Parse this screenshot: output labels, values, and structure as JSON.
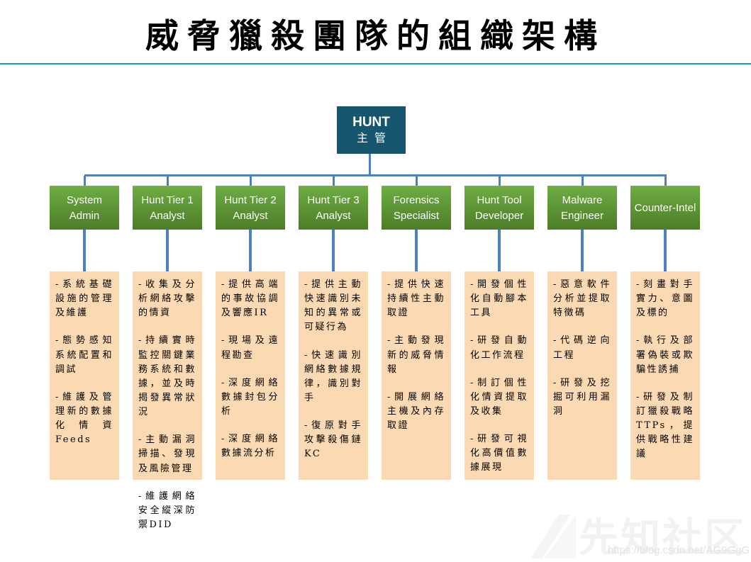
{
  "title": "威脅獵殺團隊的組織架構",
  "root": {
    "line1": "HUNT",
    "line2": "主管"
  },
  "columns": [
    {
      "role": "System Admin",
      "duties": [
        "-系統基礎設施的管理及維護",
        "-態勢感知系統配置和調試",
        "-維護及管理新的數據化情資Feeds"
      ]
    },
    {
      "role": "Hunt Tier 1 Analyst",
      "duties": [
        "-收集及分析網絡攻擊的情資",
        "-持續實時監控關鍵業務系統和數據，並及時揭發異常狀況",
        "-主動漏洞掃描、發現及風險管理",
        "-維護網絡安全縱深防禦DID"
      ]
    },
    {
      "role": "Hunt Tier 2 Analyst",
      "duties": [
        "-提供高端的事故協調及響應IR",
        "-現場及遠程勘查",
        "-深度網絡數據封包分析",
        "-深度網絡數據流分析"
      ]
    },
    {
      "role": "Hunt Tier 3 Analyst",
      "duties": [
        "-提供主動快速識別未知的異常或可疑行為",
        "-快速識別網絡數據規律，識別對手",
        "-復原對手攻擊殺傷鏈KC"
      ]
    },
    {
      "role": "Forensics Specialist",
      "duties": [
        "-提供快速持續性主動取證",
        "-主動發現新的威脅情報",
        "-開展網絡主機及內存取證"
      ]
    },
    {
      "role": "Hunt Tool Developer",
      "duties": [
        "-開發個性化自動腳本工具",
        "-研發自動化工作流程",
        "-制訂個性化情資提取及收集",
        "-研發可視化高價值數據展現"
      ]
    },
    {
      "role": "Malware Engineer",
      "duties": [
        "-惡意軟件分析並提取特徵碼",
        "-代碼逆向工程",
        "-研發及挖掘可利用漏洞"
      ]
    },
    {
      "role": "Counter-Intel",
      "duties": [
        "-刻畫對手實力、意圖及標的",
        "-執行及部署偽裝或欺騙性誘捕",
        "-研發及制訂獵殺戰略TTPs，提供戰略性建議"
      ]
    }
  ],
  "watermark": {
    "brand": "先知社区",
    "url": "https://blog.csdn.net/AG9GgG"
  },
  "colors": {
    "divider": "#14A3B2",
    "connector": "#4F81BD",
    "root_box": "#15556E",
    "role_top": "#6EAC44",
    "role_bottom": "#4C7D27",
    "duty_bg": "#FBD9B3",
    "wm_brand": "#F2F2F2",
    "wm_url": "#E3E3E3"
  }
}
